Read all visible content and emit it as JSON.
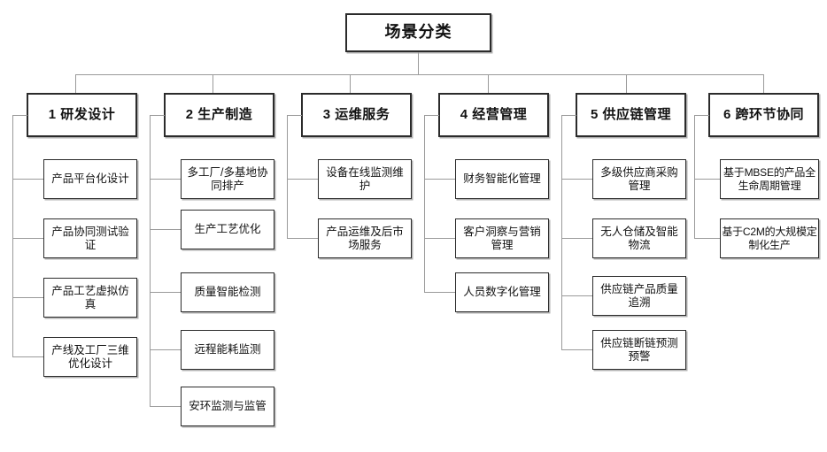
{
  "diagram": {
    "type": "tree",
    "root": {
      "label": "场景分类"
    },
    "columns": [
      {
        "index": "1",
        "header": "1 研发设计",
        "children": [
          "产品平台化设计",
          "产品协同测试验证",
          "产品工艺虚拟仿真",
          "产线及工厂三维优化设计"
        ]
      },
      {
        "index": "2",
        "header": "2 生产制造",
        "children": [
          "多工厂/多基地协同排产",
          "生产工艺优化",
          "质量智能检测",
          "远程能耗监测",
          "安环监测与监管"
        ]
      },
      {
        "index": "3",
        "header": "3 运维服务",
        "children": [
          "设备在线监测维护",
          "产品运维及后市场服务"
        ]
      },
      {
        "index": "4",
        "header": "4 经营管理",
        "children": [
          "财务智能化管理",
          "客户洞察与营销管理",
          "人员数字化管理"
        ]
      },
      {
        "index": "5",
        "header": "5 供应链管理",
        "children": [
          "多级供应商采购管理",
          "无人仓储及智能物流",
          "供应链产品质量追溯",
          "供应链断链预测预警"
        ]
      },
      {
        "index": "6",
        "header": "6 跨环节协同",
        "children": [
          "基于MBSE的产品全生命周期管理",
          "基于C2M的大规模定制化生产"
        ]
      }
    ]
  },
  "colors": {
    "background": "#ffffff",
    "box_border": "#2b2b2b",
    "connector": "#9a9a9a",
    "text": "#111111"
  }
}
